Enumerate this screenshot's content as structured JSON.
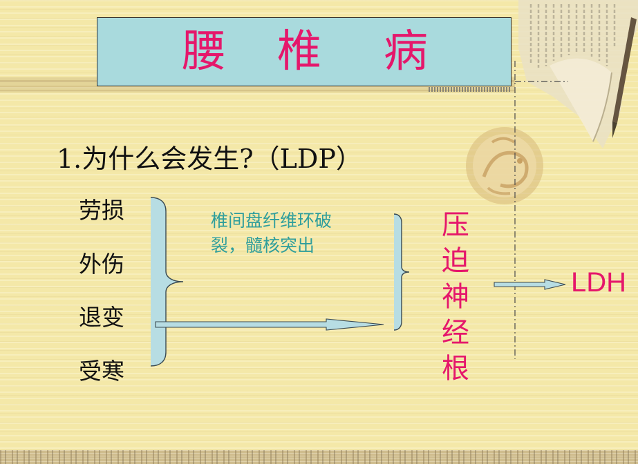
{
  "slide": {
    "title_chars": [
      "腰",
      "椎",
      "病"
    ],
    "question": "1.为什么会发生?（LDP）",
    "causes": [
      "劳损",
      "外伤",
      "退变",
      "受寒"
    ],
    "mechanism_lines": [
      "椎间盘纤维环破",
      "裂，髓核突出"
    ],
    "effect": "压迫神经根",
    "result": "LDH"
  },
  "colors": {
    "background": "#f4e8a8",
    "title_box": "#a9dadd",
    "title_text": "#e5176b",
    "body_text": "#111111",
    "mechanism_text": "#2f9e9c",
    "effect_text": "#e5176b",
    "connector_fill": "#b7dde3"
  },
  "icons": {
    "top_right_image": "ancient-book-icon",
    "emblem": "seal-emblem-icon"
  }
}
